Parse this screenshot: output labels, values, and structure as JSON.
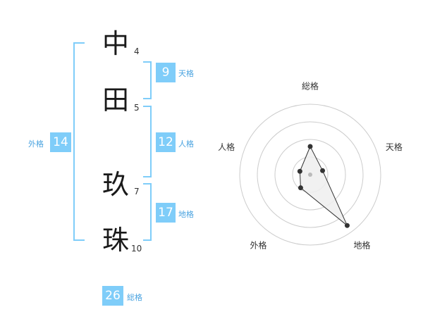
{
  "name": {
    "chars": [
      {
        "char": "中",
        "strokes": "4"
      },
      {
        "char": "田",
        "strokes": "5"
      },
      {
        "char": "玖",
        "strokes": "7"
      },
      {
        "char": "珠",
        "strokes": "10"
      }
    ]
  },
  "fortune": {
    "tenkaku": {
      "value": "9",
      "label": "天格"
    },
    "jinkaku": {
      "value": "12",
      "label": "人格"
    },
    "chikaku": {
      "value": "17",
      "label": "地格"
    },
    "gaikaku": {
      "value": "14",
      "label": "外格"
    },
    "soukaku": {
      "value": "26",
      "label": "総格"
    }
  },
  "chart_data": {
    "type": "radar",
    "axes": [
      "総格",
      "天格",
      "地格",
      "外格",
      "人格"
    ],
    "values": [
      2.6,
      1.2,
      5.8,
      1.5,
      1.0
    ],
    "rmax": 6.5,
    "rings": 4,
    "grid": true,
    "colors": {
      "grid": "#cccccc",
      "fill": "#eeeeee",
      "line": "#333333",
      "point": "#333333",
      "center": "#bbbbbb"
    }
  }
}
